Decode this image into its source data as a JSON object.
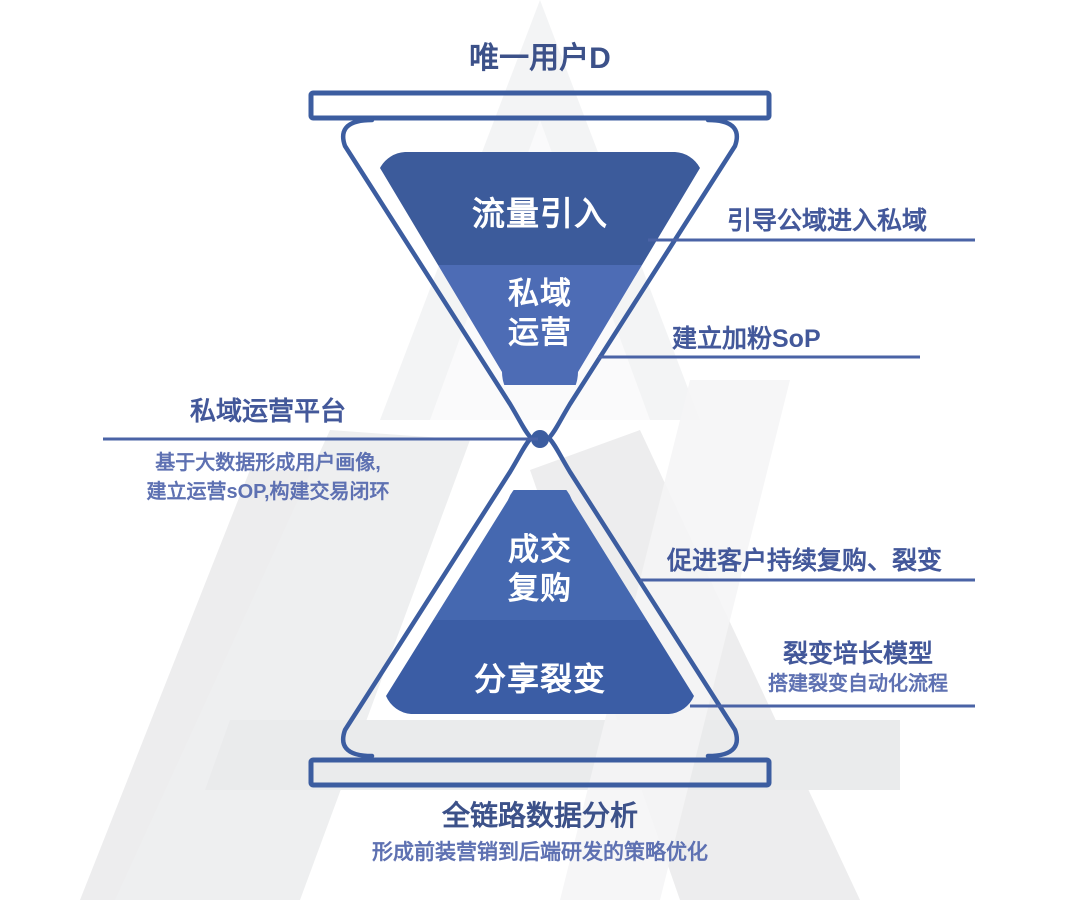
{
  "diagram": {
    "type": "hourglass-funnel",
    "top_title": "唯一用户D",
    "bottom_title": "全链路数据分析",
    "bottom_subtitle": "形成前装营销到后端研发的策略优化",
    "center_label": "私域运营平台",
    "center_sub_line1": "基于大数据形成用户画像,",
    "center_sub_line2": "建立运营sOP,构建交易闭环",
    "stages": [
      {
        "id": "traffic-intake",
        "label": "流量引入",
        "fill": "#3C5B9B",
        "annotation": "引导公域进入私域",
        "annotation_sub": ""
      },
      {
        "id": "private-domain",
        "label": "私域\n运营",
        "fill": "#4D6CB5",
        "annotation": "建立加粉SoP",
        "annotation_sub": ""
      },
      {
        "id": "deal-repurchase",
        "label": "成交\n复购",
        "fill": "#4568B0",
        "annotation": "促进客户持续复购、裂变",
        "annotation_sub": ""
      },
      {
        "id": "share-fission",
        "label": "分享裂变",
        "fill": "#3B5DA5",
        "annotation": "裂变培长模型",
        "annotation_sub": "搭建裂变自动化流程"
      }
    ],
    "colors": {
      "outline": "#3C5DA0",
      "title_navy": "#3C5189",
      "label_blue": "#43589A",
      "sub_blue": "#5E71B2",
      "watermark_gray": "#EDEDEE",
      "dark_blue": "#3C5B9B",
      "light_blue": "#4D6CB5",
      "white": "#FFFFFF"
    }
  }
}
